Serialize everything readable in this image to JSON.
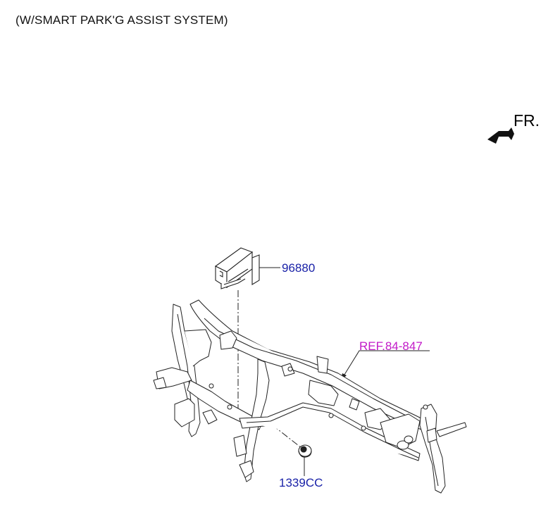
{
  "header": {
    "title": "(W/SMART PARK'G ASSIST SYSTEM)"
  },
  "orientation": {
    "label": "FR."
  },
  "parts": {
    "module": {
      "number": "96880"
    },
    "nut": {
      "number": "1339CC"
    }
  },
  "reference": {
    "label": "REF.84-847"
  },
  "colors": {
    "part_number": "#1a22a8",
    "reference": "#c21bc8",
    "line": "#222222"
  }
}
